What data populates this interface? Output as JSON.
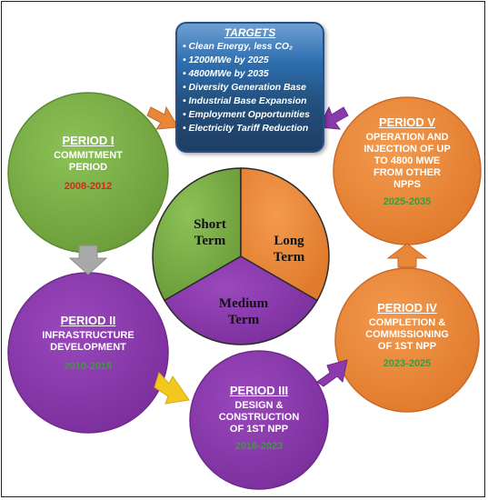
{
  "targets": {
    "title": "TARGETS",
    "items": [
      "• Clean Energy, less CO₂",
      "• 1200MWe by 2025",
      "• 4800MWe by 2035",
      "• Diversity Generation Base",
      "• Industrial Base Expansion",
      "• Employment Opportunities",
      "• Electricity Tariff Reduction"
    ]
  },
  "center": {
    "short_term": [
      "Short",
      "Term"
    ],
    "long_term": [
      "Long",
      "Term"
    ],
    "medium_term": [
      "Medium",
      "Term"
    ]
  },
  "periods": [
    {
      "title": "PERIOD I",
      "desc": [
        "COMMITMENT",
        "PERIOD"
      ],
      "years": "2008-2012",
      "color": "#7aad46",
      "years_color": "#d9261c"
    },
    {
      "title": "PERIOD II",
      "desc": [
        "INFRASTRUCTURE",
        "DEVELOPMENT"
      ],
      "years": "2010-2018",
      "color": "#8a3aab",
      "years_color": "#3f9a3e"
    },
    {
      "title": "PERIOD III",
      "desc": [
        "DESIGN &",
        "CONSTRUCTION",
        "OF 1ST NPP"
      ],
      "years": "2018-2023",
      "color": "#8a3aab",
      "years_color": "#3f9a3e"
    },
    {
      "title": "PERIOD IV",
      "desc": [
        "COMPLETION &",
        "COMMISSIONING",
        "OF 1ST NPP"
      ],
      "years": "2023-2025",
      "color": "#e8873a",
      "years_color": "#3f9a3e"
    },
    {
      "title": "PERIOD V",
      "desc": [
        "OPERATION AND",
        "INJECTION OF UP",
        "TO 4800 MWE",
        "FROM OTHER",
        "NPPS"
      ],
      "years": "2025-2035",
      "color": "#e8873a",
      "years_color": "#3f9a3e"
    }
  ],
  "colors": {
    "green": "#7aad46",
    "purple": "#8a3aab",
    "orange": "#e8873a",
    "gray_arrow": "#a8a8a8",
    "gold_arrow": "#f2c81e",
    "targets_blue": "#2e6fb0"
  }
}
